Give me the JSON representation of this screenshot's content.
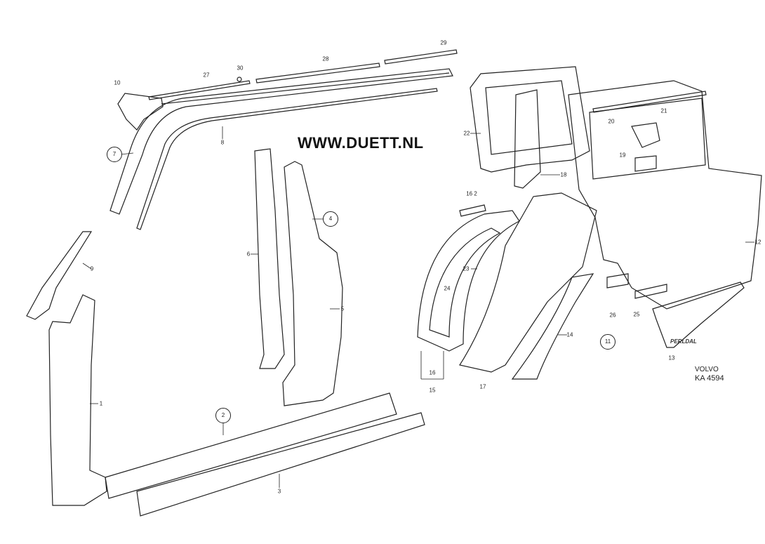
{
  "watermark": "WWW.DUETT.NL",
  "maker_mark": "PERLDAL",
  "catalog": {
    "brand": "VOLVO",
    "code": "KA 4594"
  },
  "part_labels": {
    "p1": "1",
    "p3": "3",
    "p5": "5",
    "p6": "6",
    "p8": "8",
    "p9": "9",
    "p10": "10",
    "p12": "12",
    "p13": "13",
    "p14": "14",
    "p15": "15",
    "p16": "16",
    "p16b": "16 2",
    "p17": "17",
    "p18": "18",
    "p19": "19",
    "p20": "20",
    "p21": "21",
    "p22": "22",
    "p23": "23",
    "p24": "24",
    "p25": "25",
    "p26": "26",
    "p27": "27",
    "p28": "28",
    "p29": "29",
    "p30": "30"
  },
  "circled_labels": {
    "c2": "2",
    "c4": "4",
    "c7": "7",
    "c11": "11"
  }
}
